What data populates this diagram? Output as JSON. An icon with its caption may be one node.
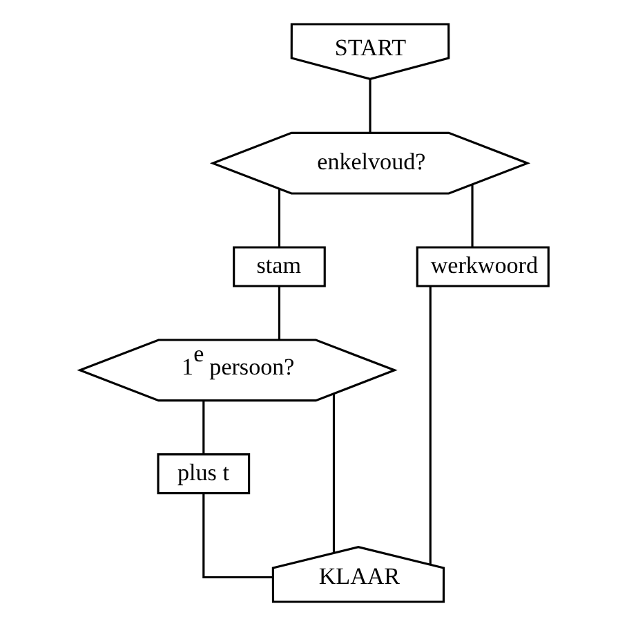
{
  "diagram": {
    "nodes": [
      {
        "text": [
          "START"
        ]
      },
      {
        "text": [
          "enkelvoud?"
        ]
      },
      {
        "text": [
          "stam"
        ]
      },
      {
        "text": [
          "werkwoord"
        ]
      },
      {
        "text": [
          "1$^{e}$ persoon?"
        ]
      },
      {
        "text": [
          "plus t"
        ]
      },
      {
        "text": [
          "KLAAR"
        ]
      }
    ],
    "edges": [
      {
        "from": 0,
        "to": 1,
        "arrow": "none"
      },
      {
        "from": 1,
        "to": 2,
        "arrow": "none"
      },
      {
        "from": 1,
        "to": 3,
        "arrow": "none"
      },
      {
        "from": 2,
        "to": 4,
        "arrow": "none"
      },
      {
        "from": 4,
        "to": 5,
        "arrow": "none"
      },
      {
        "from": 4,
        "to": 6,
        "arrow": "none"
      },
      {
        "from": 5,
        "to": 6,
        "arrow": "none"
      },
      {
        "from": 3,
        "to": 6,
        "arrow": "none"
      }
    ]
  }
}
